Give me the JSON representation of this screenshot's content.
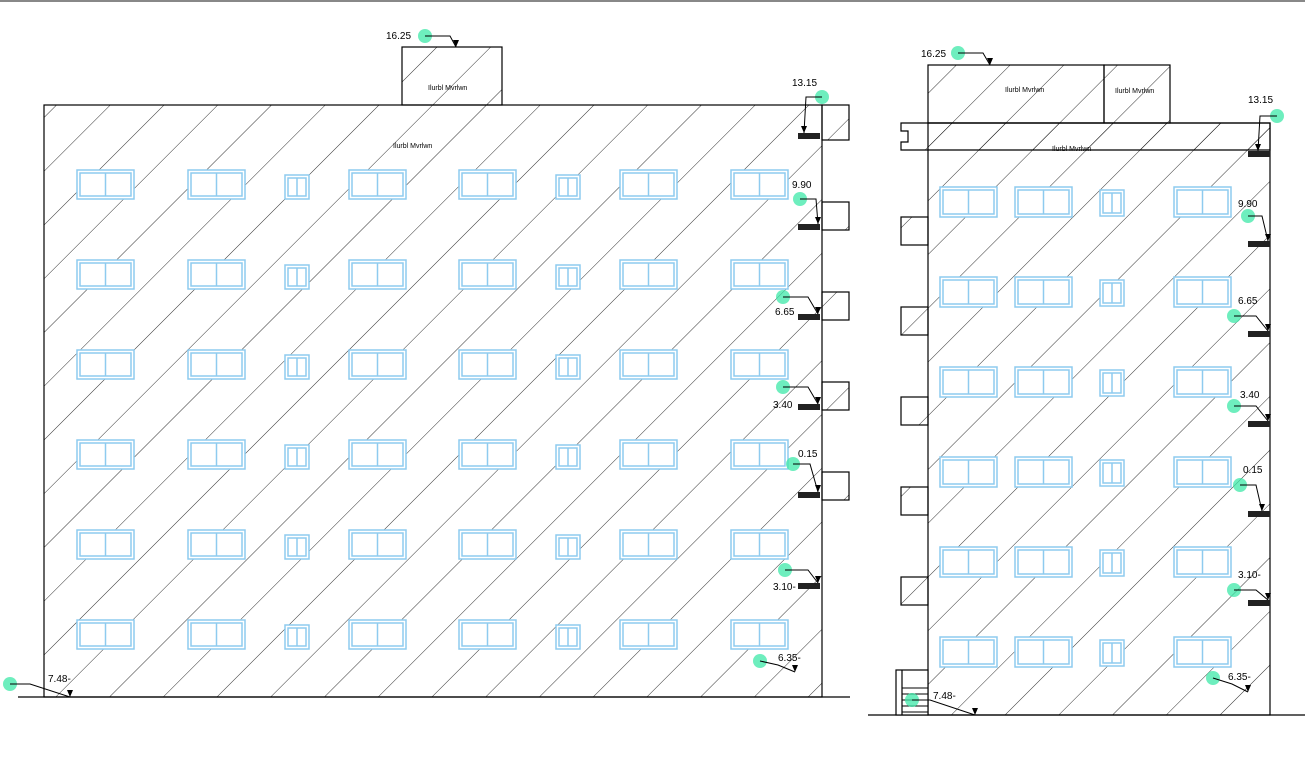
{
  "drawing": {
    "front_elevation": {
      "roof_room_label": "Ilurbl Mvrlwn",
      "facade_label": "Ilurbl Mvrlwn",
      "levels": [
        "16.25",
        "13.15",
        "9.90",
        "6.65",
        "3.40",
        "0.15",
        "3.10-",
        "6.35-",
        "7.48-"
      ],
      "window_rows": 6,
      "window_columns": [
        "wide",
        "wide",
        "small",
        "wide",
        "wide",
        "small",
        "wide",
        "wide"
      ]
    },
    "side_elevation": {
      "roof_room_labels": [
        "Ilurbl Mvrlwn",
        "Ilurbl Mvrlwn"
      ],
      "facade_label": "Ilurbl Mvrlwn",
      "levels": [
        "16.25",
        "13.15",
        "9.90",
        "6.65",
        "3.40",
        "0.15",
        "3.10-",
        "6.35-",
        "7.48-"
      ],
      "window_rows": 6,
      "window_columns": [
        "wide",
        "wide",
        "small",
        "wide"
      ]
    },
    "colors": {
      "line": "#000000",
      "window": "#8ecbef",
      "marker": "#3ee8a8",
      "hatch": "#000000"
    }
  }
}
